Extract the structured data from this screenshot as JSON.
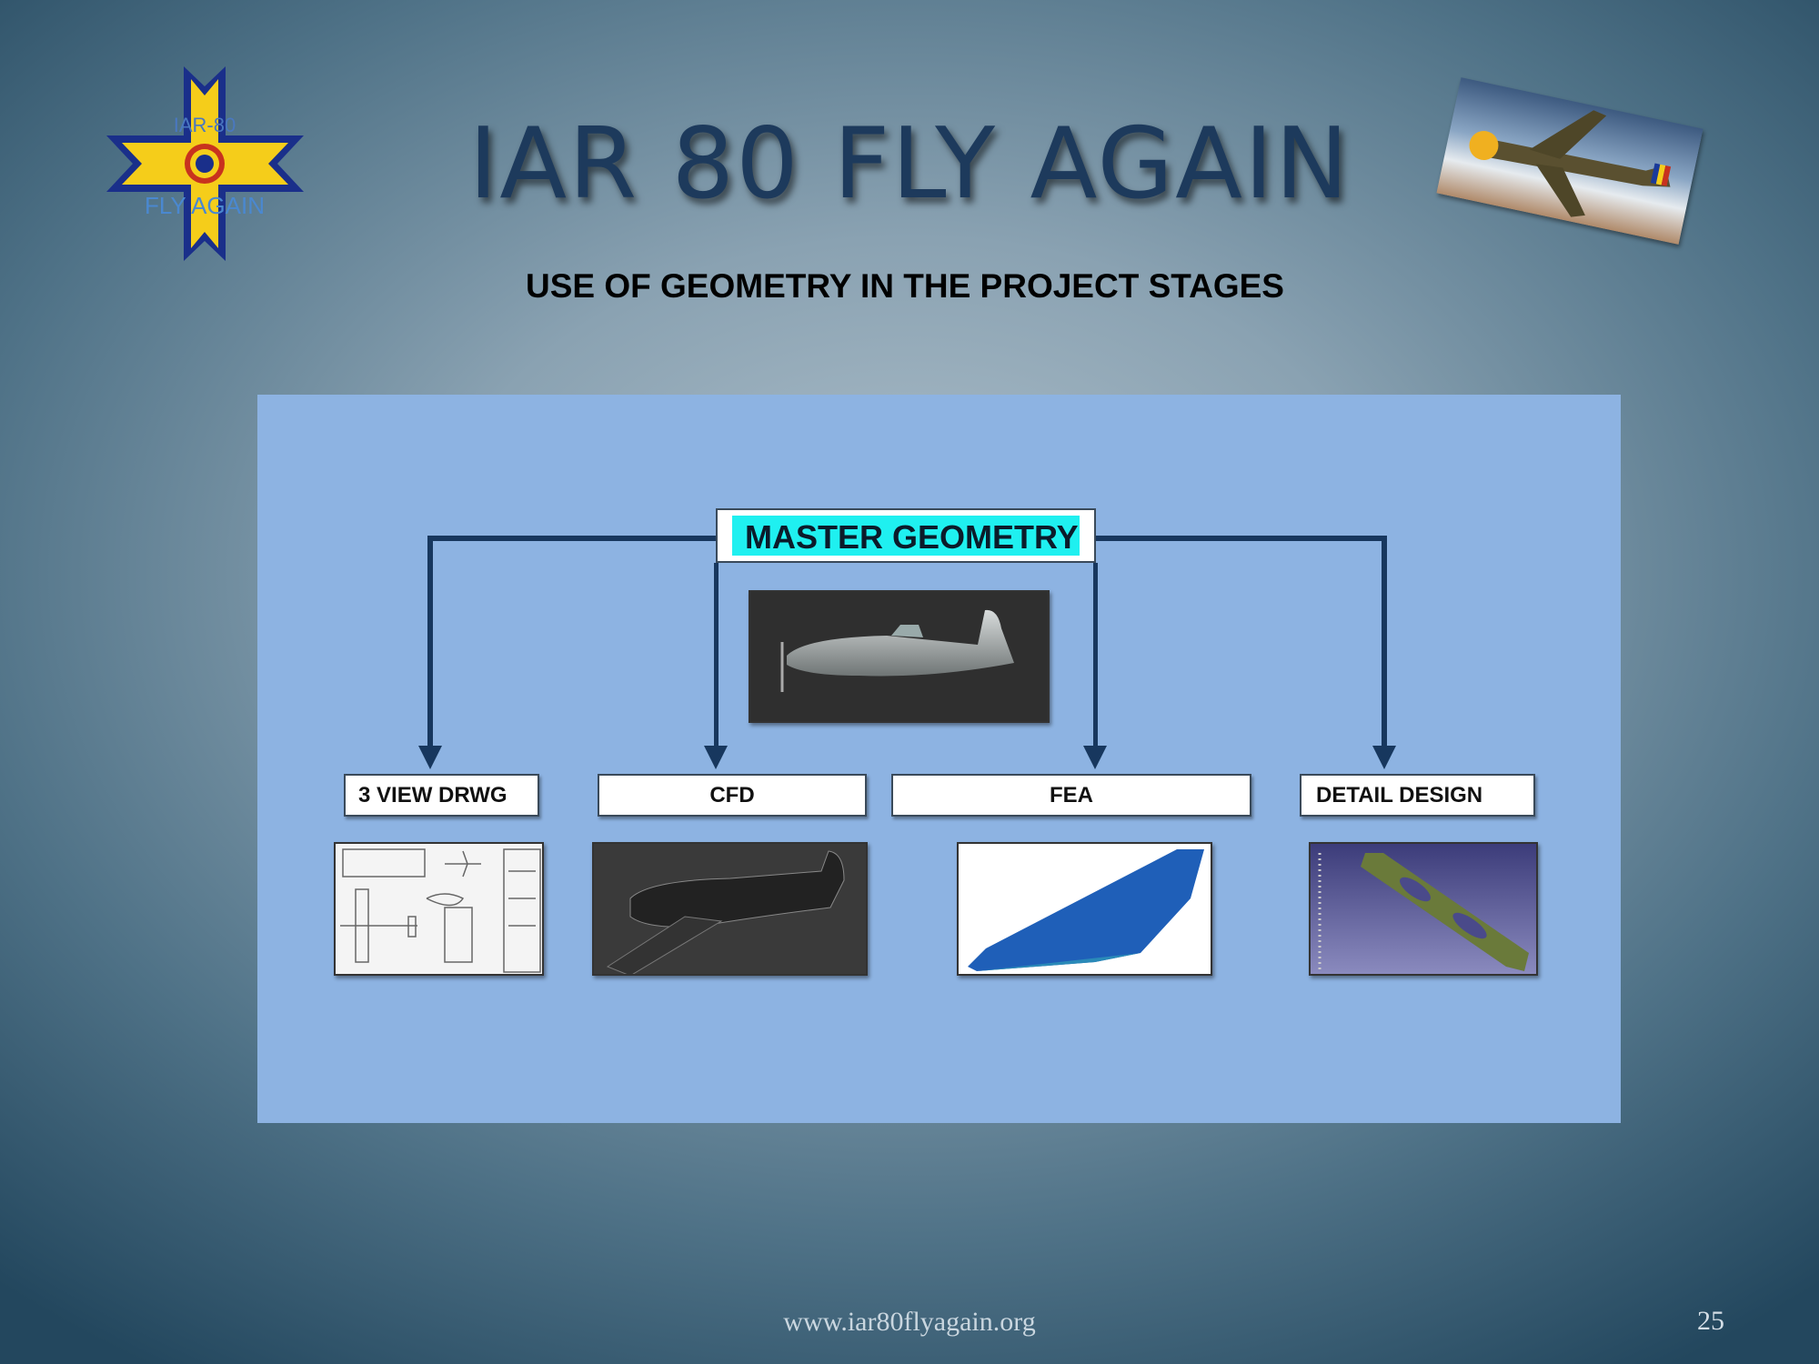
{
  "title": "IAR 80 FLY AGAIN",
  "subtitle": "USE  OF  GEOMETRY IN THE PROJECT STAGES",
  "logo": {
    "top_text": "IAR-80",
    "bottom_text": "FLY AGAIN"
  },
  "diagram": {
    "master": "MASTER GEOMETRY",
    "stages": [
      {
        "label": "3 VIEW DRWG"
      },
      {
        "label": "CFD"
      },
      {
        "label": "FEA"
      },
      {
        "label": "DETAIL DESIGN"
      }
    ]
  },
  "footer": {
    "url": "www.iar80flyagain.org",
    "page": "25"
  },
  "colors": {
    "line": "#17375e",
    "panel": "#8db3e2",
    "highlight": "#1ff0f0"
  }
}
